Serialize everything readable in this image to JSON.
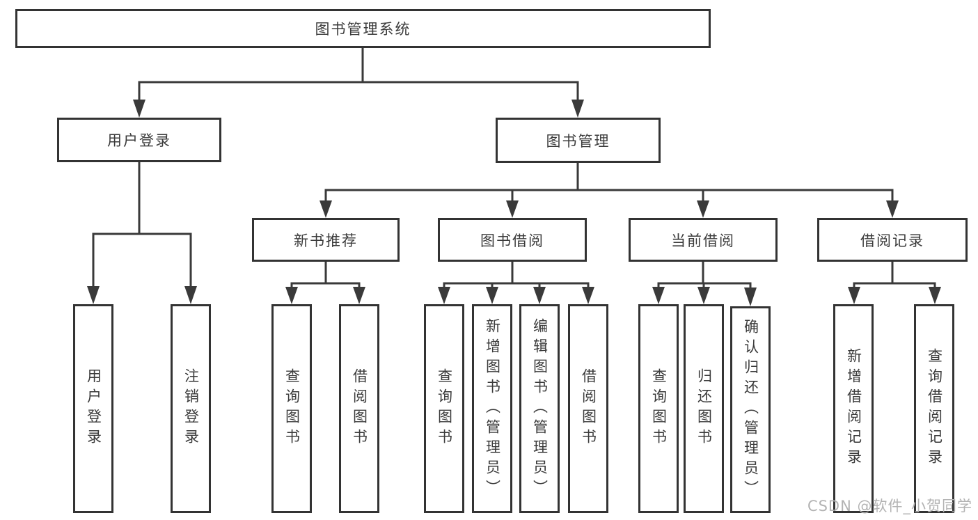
{
  "tree": {
    "root": {
      "label": "图书管理系统"
    },
    "branches": [
      {
        "label": "用户登录",
        "children": [
          "用户登录",
          "注销登录"
        ]
      },
      {
        "label": "图书管理"
      }
    ],
    "sections": [
      {
        "label": "新书推荐",
        "children": [
          "查询图书",
          "借阅图书"
        ]
      },
      {
        "label": "图书借阅",
        "children": [
          "查询图书",
          "新增图书（管理员）",
          "编辑图书（管理员）",
          "借阅图书"
        ]
      },
      {
        "label": "当前借阅",
        "children": [
          "查询图书",
          "归还图书",
          "确认归还（管理员）"
        ]
      },
      {
        "label": "借阅记录",
        "children": [
          "新增借阅记录",
          "查询借阅记录"
        ]
      }
    ]
  },
  "watermark": {
    "text": "CSDN @软件_小贺同学"
  },
  "colors": {
    "background": "#ffffff",
    "line": "#3a3a3a",
    "box_border": "#333333",
    "text": "#3b3b3b",
    "watermark": "#b3b3b3"
  }
}
